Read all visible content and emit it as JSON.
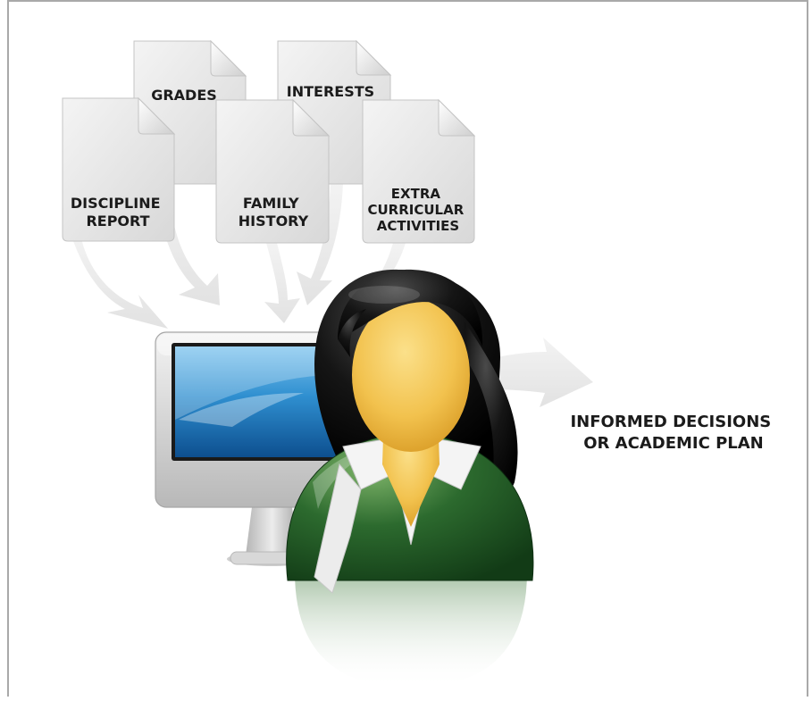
{
  "documents": [
    {
      "id": "grades",
      "lines": [
        "GRADES"
      ],
      "icon": "document-icon"
    },
    {
      "id": "interests",
      "lines": [
        "INTERESTS"
      ],
      "icon": "document-icon"
    },
    {
      "id": "discipline-report",
      "lines": [
        "DISCIPLINE",
        "REPORT"
      ],
      "icon": "document-icon"
    },
    {
      "id": "family-history",
      "lines": [
        "FAMILY",
        "HISTORY"
      ],
      "icon": "document-icon"
    },
    {
      "id": "extracurricular-activities",
      "lines": [
        "EXTRA",
        "CURRICULAR",
        "ACTIVITIES"
      ],
      "icon": "document-icon"
    }
  ],
  "outcome": {
    "lines": [
      "INFORMED DECISIONS",
      "OR ACADEMIC PLAN"
    ]
  },
  "icons": {
    "computer": "computer-monitor-icon",
    "person": "person-avatar-icon"
  },
  "colors": {
    "document_fill": "#e6e6e6",
    "arrow_fill": "#ebebeb",
    "screen_blue": "#2f8fd0",
    "jacket_green": "#2c6a2e",
    "skin": "#f2c24e",
    "hair": "#151515",
    "label_text": "#1b1b1b"
  }
}
